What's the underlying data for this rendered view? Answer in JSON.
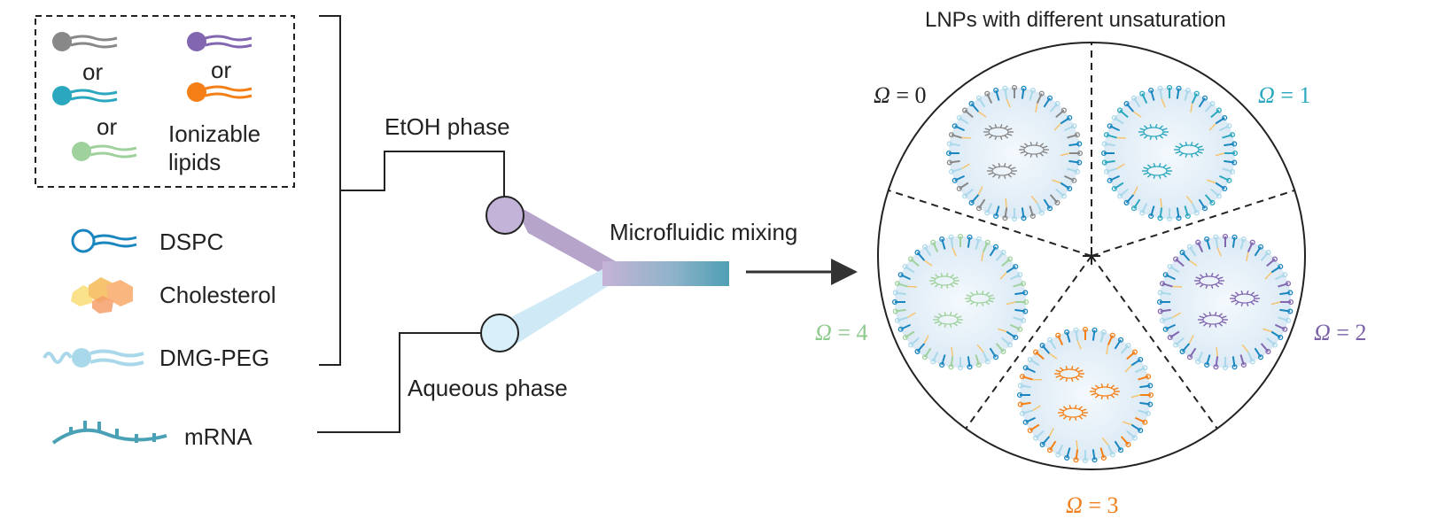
{
  "legend": {
    "or_label": "or",
    "ionizable_line1": "Ionizable",
    "ionizable_line2": "lipids",
    "dspc": "DSPC",
    "cholesterol": "Cholesterol",
    "dmg_peg": "DMG-PEG",
    "mrna": "mRNA"
  },
  "flow": {
    "etoh_phase": "EtOH phase",
    "aqueous_phase": "Aqueous phase",
    "mixing": "Microfluidic mixing"
  },
  "result": {
    "title": "LNPs with different unsaturation",
    "omega_symbol": "Ω",
    "sectors": [
      {
        "value": "= 0",
        "color": "#222222"
      },
      {
        "value": "= 1",
        "color": "#2ba8bf"
      },
      {
        "value": "= 2",
        "color": "#7b62a6"
      },
      {
        "value": "= 3",
        "color": "#f07f1d"
      },
      {
        "value": "= 4",
        "color": "#8ec98d"
      }
    ]
  },
  "colors": {
    "lipid_gray": "#888888",
    "lipid_teal": "#2ba8bf",
    "lipid_purple": "#8266b0",
    "lipid_orange": "#f57f17",
    "lipid_green": "#9fd19c",
    "dspc_blue": "#1a86c0",
    "cholesterol": "#f6c36f",
    "peg": "#a9d8ea",
    "mrna": "#4aa0b4",
    "etoh_channel": "#b7a4cb",
    "aqueous_channel": "#cfe9f6"
  }
}
